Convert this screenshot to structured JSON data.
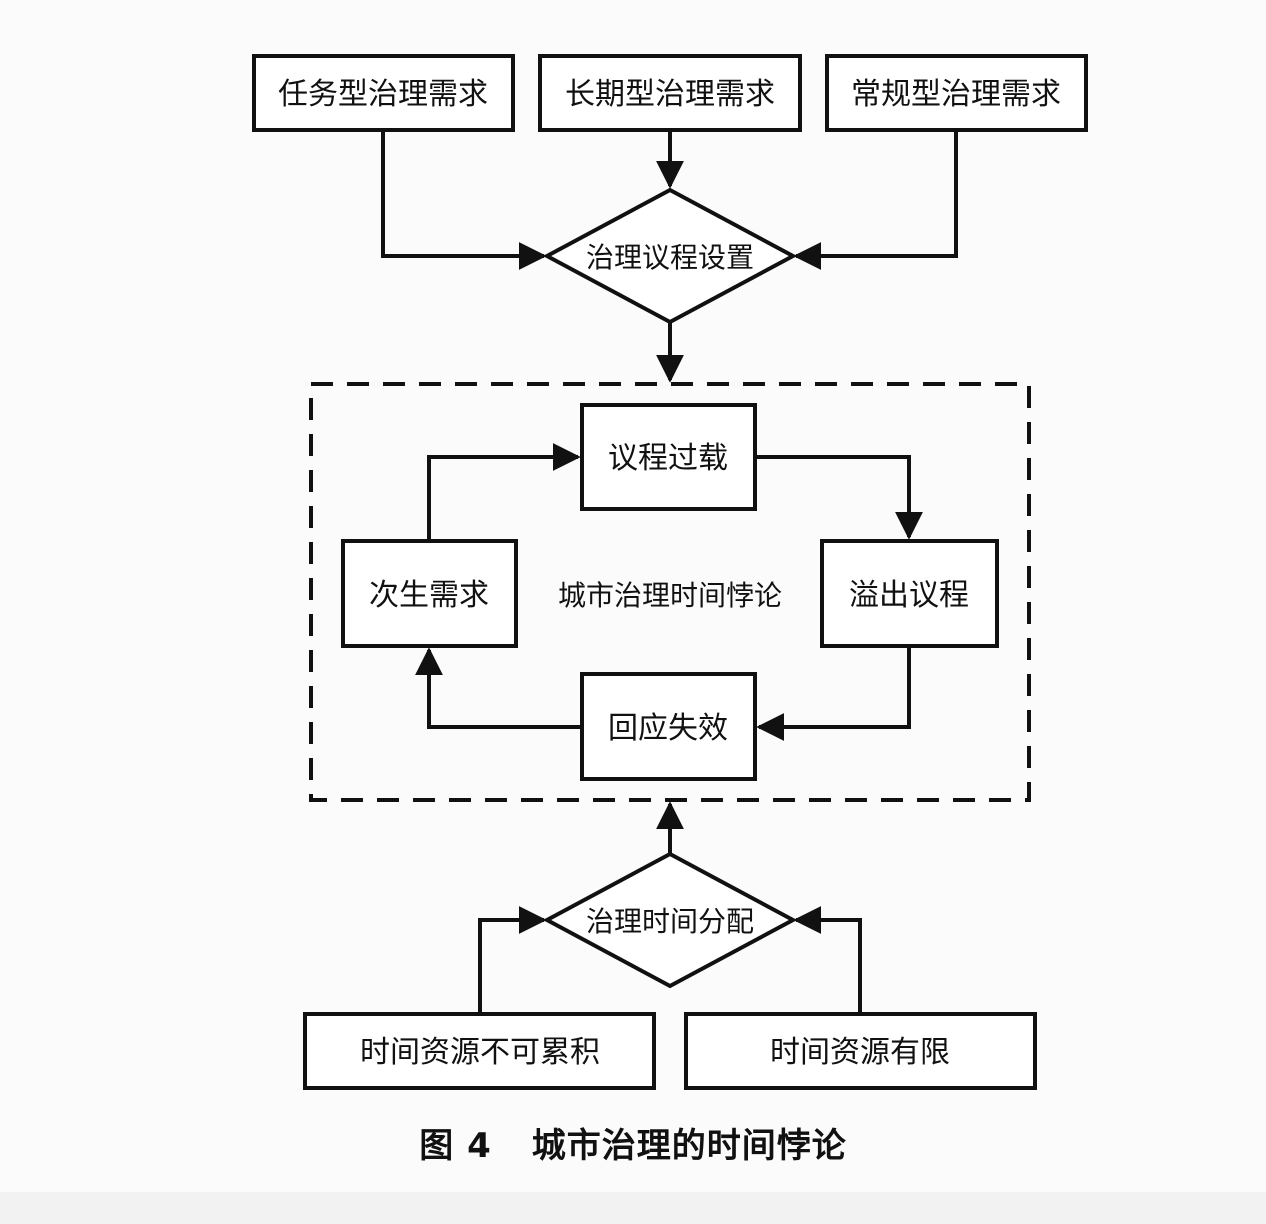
{
  "figure": {
    "caption_number": "图 4",
    "caption_title": "城市治理的时间悖论"
  },
  "diagram": {
    "demand_boxes": [
      "任务型治理需求",
      "长期型治理需求",
      "常规型治理需求"
    ],
    "agenda_setting": "治理议程设置",
    "cycle": {
      "top": "议程过载",
      "right": "溢出议程",
      "bottom": "回应失效",
      "left": "次生需求",
      "center": "城市治理时间悖论"
    },
    "time_allocation": "治理时间分配",
    "resource_boxes": [
      "时间资源不可累积",
      "时间资源有限"
    ]
  },
  "colors": {
    "stroke": "#111111",
    "box_fill": "#ffffff",
    "background": "#fbfbfb"
  }
}
